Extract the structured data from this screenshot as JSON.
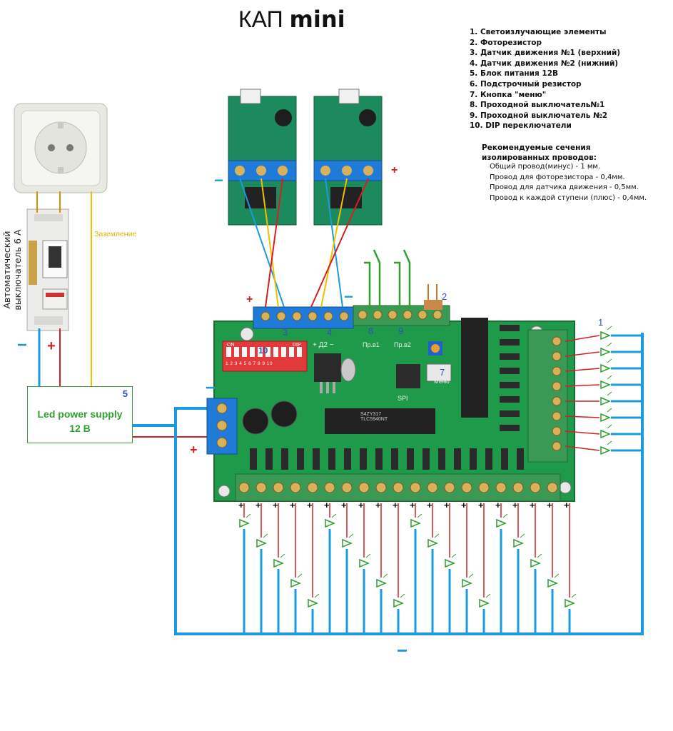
{
  "title": {
    "main": "КАП",
    "bold": "mini"
  },
  "legend": [
    "1. Светоизлучающие элементы",
    "2. Фоторезистор",
    "3. Датчик движения №1  (верхний)",
    "4. Датчик движения №2  (нижний)",
    "5. Блок питания 12В",
    "6. Подстрочный резистор",
    "7. Кнопка \"меню\"",
    "8. Проходной выключатель№1",
    "9. Проходной выключатель №2",
    "10. DIP переключатели"
  ],
  "recommendations": {
    "title": "Рекомендуемые сечения изолированных проводов:",
    "items": [
      "Общий провод(минус) - 1 мм.",
      "Провод для фоторезистора - 0,4мм.",
      "Провод для датчика движения - 0,5мм.",
      "Провод к каждой ступени (плюс) - 0,4мм."
    ]
  },
  "breaker_label": "Автоматический выключатель 6 А",
  "ground_label": "Заземление",
  "psu": {
    "line1": "Led power supply",
    "line2": "12 В",
    "number": "5"
  },
  "board": {
    "dip_label": "DIP",
    "dip_on": "ON",
    "dip_number": "10",
    "dip_digits": "1 2 3 4 5 6 7 8 9 10",
    "d2": "+ Д2 −",
    "sw1": "Пр.в1",
    "sw2": "Пр.в2",
    "spi": "SPI",
    "menu": "Меню",
    "chip1": "S4ZY317\nTLC5940NT",
    "num2": "2",
    "num3": "3",
    "num4": "4",
    "num7": "7",
    "num8": "8",
    "num9": "9"
  },
  "marks": {
    "plus": "+",
    "minus": "−",
    "led_group": "1"
  },
  "colors": {
    "wire_blue": "#1a9be0",
    "wire_red": "#d42020",
    "wire_yellow": "#f0c000",
    "wire_green": "#2fa02f",
    "pcb": "#1f9a4a",
    "terminal": "#3a9a55"
  }
}
